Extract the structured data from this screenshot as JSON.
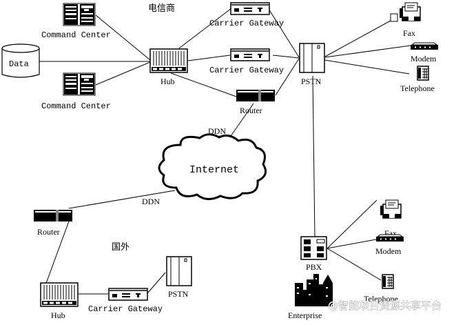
{
  "diagram": {
    "region_labels": {
      "carrier": "电信商",
      "overseas": "国外"
    },
    "cloud_label": "Internet",
    "link_labels": {
      "ddn_top": "DDN",
      "ddn_bottom": "DDN"
    },
    "nodes": {
      "data": "Data",
      "command_center_top": "Command Center",
      "command_center_bottom": "Command Center",
      "hub_top": "Hub",
      "carrier_gateway_top": "Carrier Gateway",
      "carrier_gateway_mid": "Carrier Gateway",
      "router_top": "Router",
      "pstn_top": "PSTN",
      "fax_top": "Fax",
      "modem_top": "Modem",
      "telephone_top": "Telephone",
      "router_bottom": "Router",
      "hub_bottom": "Hub",
      "carrier_gateway_bottom": "Carrier Gateway",
      "pstn_bottom": "PSTN",
      "pbx": "PBX",
      "fax_bottom": "Fax",
      "modem_bottom": "Modem",
      "telephone_bottom": "Telephone",
      "enterprise": "Enterprise"
    },
    "watermark": "@智能项目资源共享平台"
  }
}
